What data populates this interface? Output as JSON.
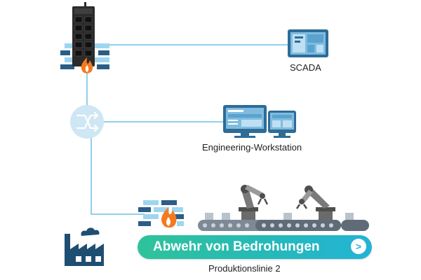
{
  "labels": {
    "scada": "SCADA",
    "engineering": "Engineering-Workstation",
    "production_line": "Produktionslinie 2"
  },
  "cta": {
    "label": "Abwehr von Bedrohungen",
    "arrow": ">"
  },
  "colors": {
    "line": "#8fd0ec",
    "device_dark": "#2b2b2b",
    "brick_light": "#9fd6ef",
    "brick_dark": "#2b5d86",
    "flame": "#f47a20",
    "switch_fill": "#cfe6f4",
    "monitor_frame": "#2e6c96",
    "monitor_screen": "#5aa3cf",
    "factory": "#1e4e72",
    "conveyor": "#7d8a96",
    "robot": "#6b6b6b",
    "cta_start": "#2fc39a",
    "cta_end": "#23b4d6"
  },
  "icons": [
    "firewall-switch-device",
    "fire-icon",
    "brick-wall-icon",
    "network-switch-icon",
    "scada-monitor-icon",
    "workstation-monitors-icon",
    "factory-icon",
    "robot-arm-icon",
    "conveyor-belt-icon"
  ]
}
